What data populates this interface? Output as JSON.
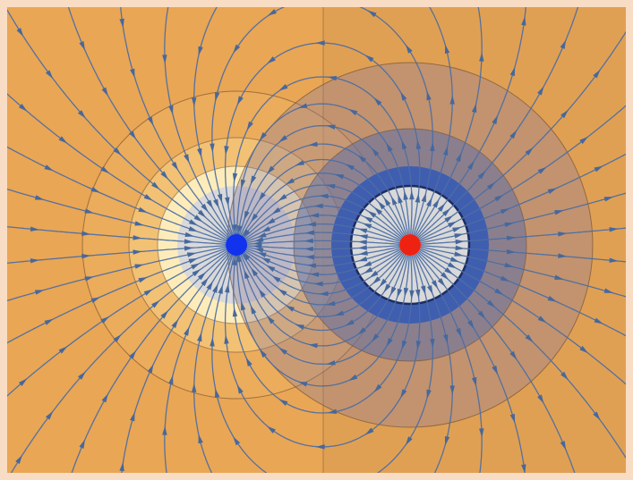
{
  "diagram": {
    "type": "electric-field-lines",
    "charges": [
      {
        "name": "negative-charge",
        "color": "#1133ee",
        "polarity": "negative"
      },
      {
        "name": "positive-charge",
        "color": "#ee2211",
        "polarity": "positive"
      }
    ],
    "colors": {
      "background": "#e9a655",
      "frame": "#f9dcc4",
      "field_line": "#4d6ea3",
      "arrow": "#46689d",
      "equipotential": "#6b4a2c",
      "negative_glow": "#fff3c6",
      "positive_glow": "#3f5eb0",
      "inner_disk": "#d9d9d9"
    },
    "field_lines_per_charge": 48,
    "equipotential_levels": 3
  }
}
